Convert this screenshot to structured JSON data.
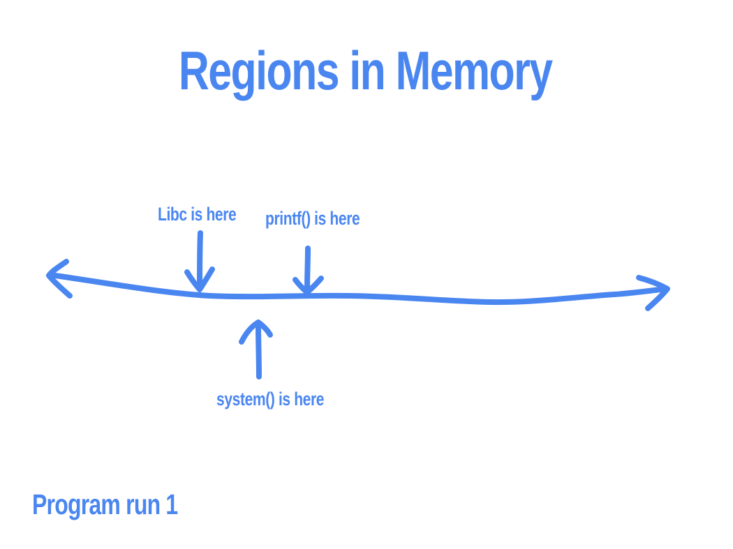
{
  "title": "Regions in Memory",
  "accent_color": "#4a86f0",
  "labels": {
    "libc": "Libc is here",
    "printf": "printf() is here",
    "system": "system() is here"
  },
  "footer": "Program run 1"
}
